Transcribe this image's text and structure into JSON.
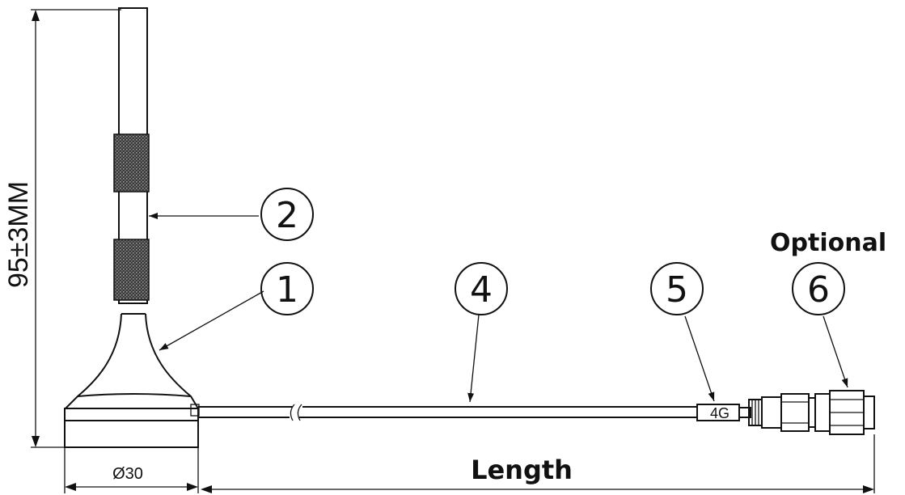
{
  "diagram": {
    "height_dimension": "95±3MM",
    "base_diameter": "Ø30",
    "length_label": "Length",
    "optional_label": "Optional",
    "cable_tag": "4G",
    "callouts": [
      {
        "number": "1"
      },
      {
        "number": "2"
      },
      {
        "number": "4"
      },
      {
        "number": "5"
      },
      {
        "number": "6"
      }
    ]
  }
}
